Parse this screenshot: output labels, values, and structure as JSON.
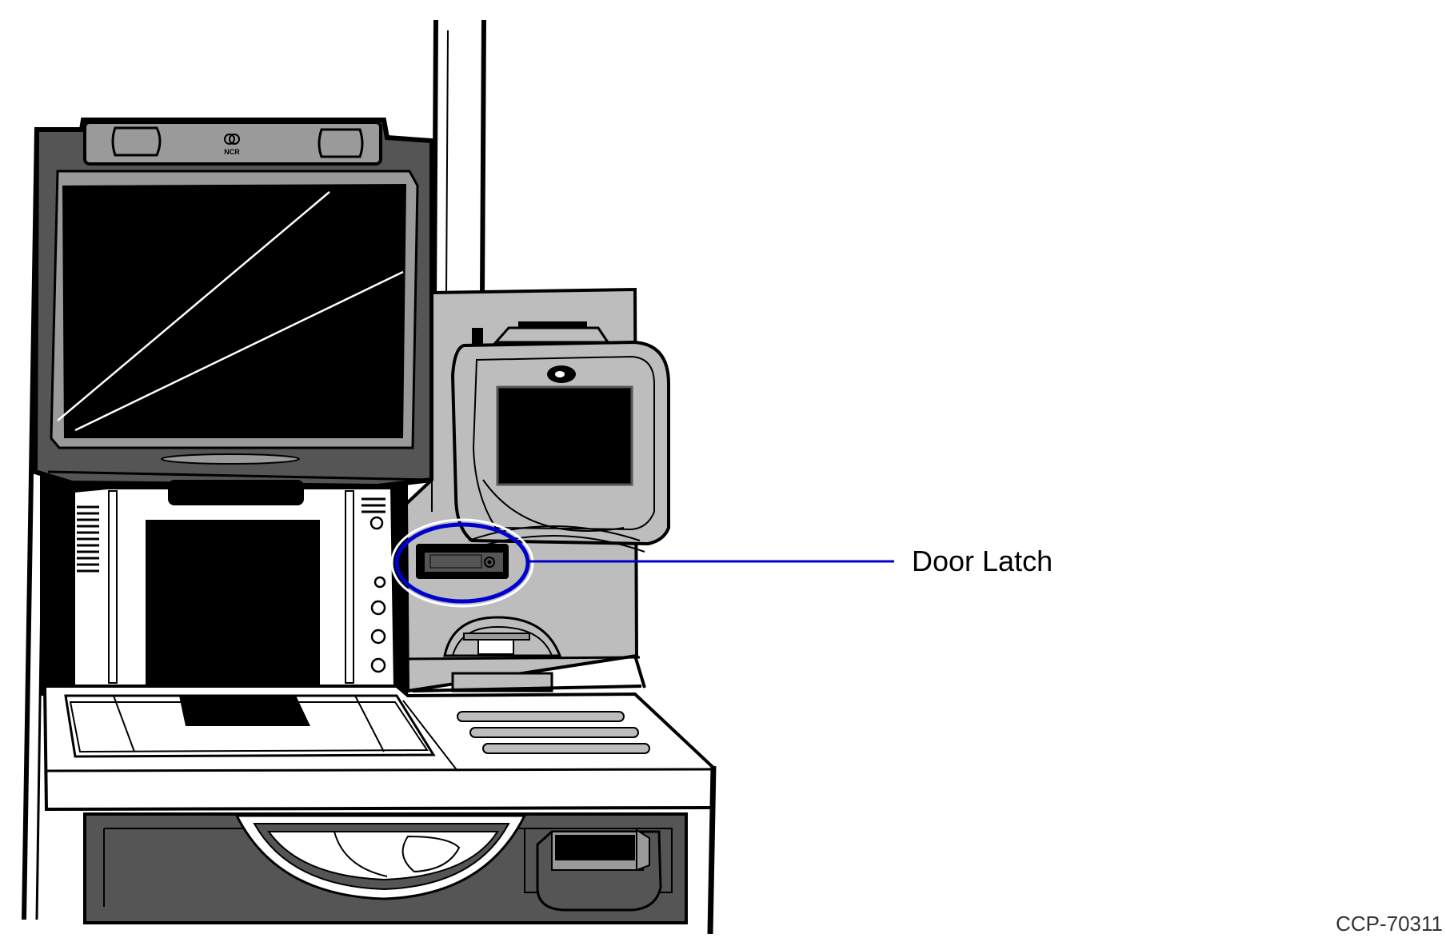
{
  "callout": {
    "label": "Door Latch"
  },
  "figure_id": "CCP-70311",
  "brand_logo_text": "NCR",
  "colors": {
    "callout": "#0000cc",
    "body_dark": "#555555",
    "body_mid": "#9a9a9a",
    "body_light": "#bdbdbd",
    "screen": "#000000",
    "outline": "#000000"
  }
}
